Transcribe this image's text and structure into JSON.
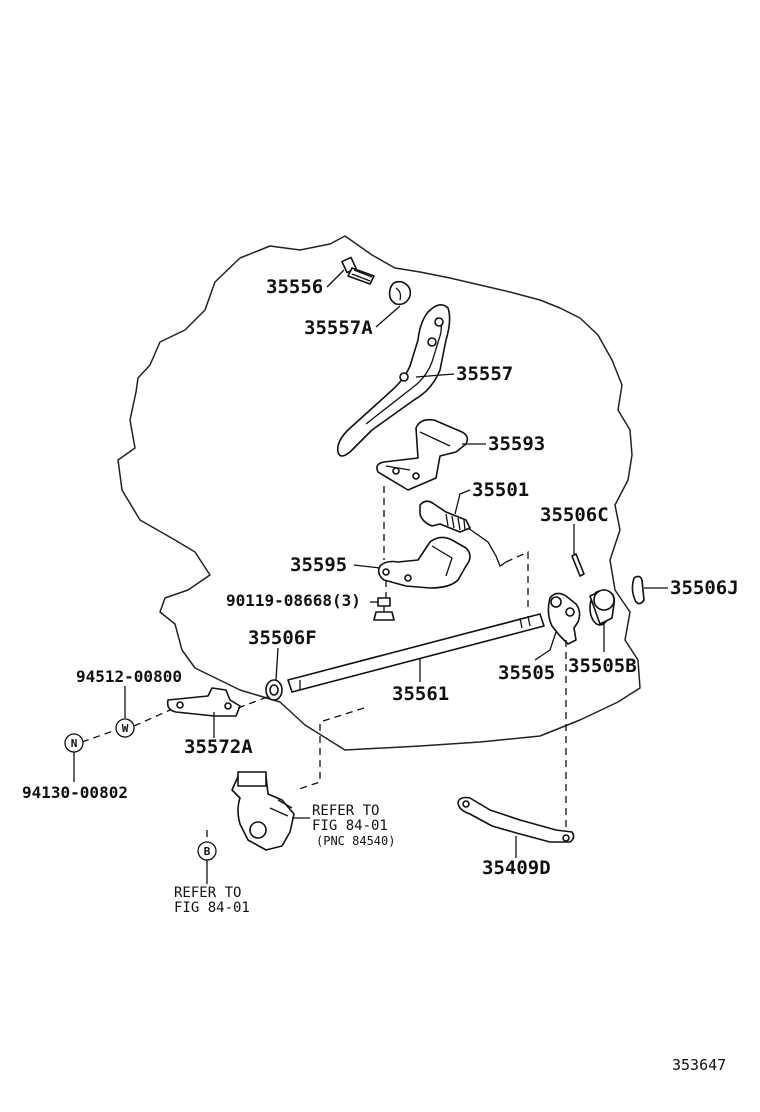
{
  "diagram": {
    "figure_number": "353647",
    "parts": {
      "p35556": "35556",
      "p35557A": "35557A",
      "p35557": "35557",
      "p35593": "35593",
      "p35501": "35501",
      "p35506C": "35506C",
      "p35595": "35595",
      "p90119": "90119-08668(3)",
      "p35506J": "35506J",
      "p35506F": "35506F",
      "p94512": "94512-00800",
      "p35505": "35505",
      "p35505B": "35505B",
      "p35561": "35561",
      "p35572A": "35572A",
      "p94130": "94130-00802",
      "p35409D": "35409D"
    },
    "badges": {
      "w": "W",
      "n": "N",
      "b": "B"
    },
    "refer_a": {
      "line1": "REFER TO",
      "line2": "FIG 84-01",
      "line3": "(PNC 84540)"
    },
    "refer_b": {
      "line1": "REFER TO",
      "line2": "FIG 84-01"
    }
  }
}
